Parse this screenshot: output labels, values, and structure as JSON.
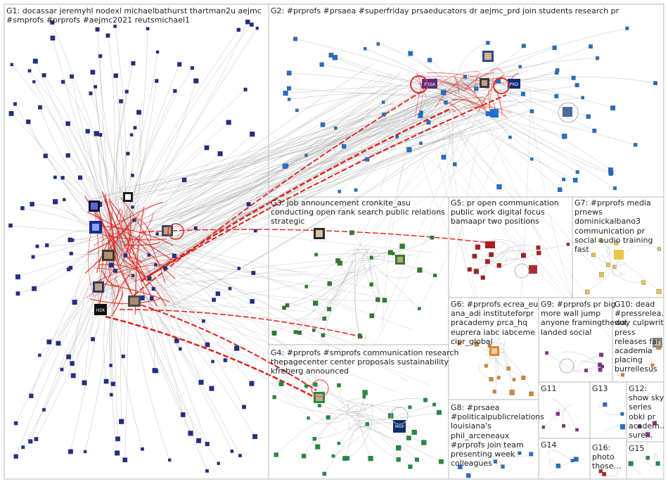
{
  "groups": [
    {
      "id": "G1",
      "text": "G1: docassar jeremyhl nodexl michaelbathurst thartman2u aejmc\n#smprofs #prprofs #aejmc2021 reutsmichael1"
    },
    {
      "id": "G2",
      "text": "G2: #prprofs #prsaea #superfriday prsaeducators dr aejmc_prd join students research pr"
    },
    {
      "id": "G3",
      "text": "G3: job announcement cronkite_asu\nconducting open rank search public relations\nstrategic"
    },
    {
      "id": "G4",
      "text": "G4: #prprofs #smprofs communication research\nthepagecenter center proposals sustainability\nkfreberg announced"
    },
    {
      "id": "G5",
      "text": "G5: pr open communication\npublic work digital focus\nbamaapr two positions"
    },
    {
      "id": "G6",
      "text": "G6: #prprofs ecrea_eu\nana_adi instituteforpr\npracademy prca_hq\neuprera iabc iabceme\ncipr_global"
    },
    {
      "id": "G7",
      "text": "G7: #prprofs media\nprnews\ndominickalbano3\ncommunication pr\nsocial audio training\nfast"
    },
    {
      "id": "G8",
      "text": "G8: #prsaea\n#politicalpublicrelations\nlouisiana's\nphil_arceneaux\n#prprofs join team\npresenting week\ncolleagues"
    },
    {
      "id": "G9",
      "text": "G9: #prprofs pr big\nmore wall jump\nanyone framingthedot\nlanded social"
    },
    {
      "id": "G10",
      "text": "G10: dead\n#pressreleа…\nway culpwrit\npress\nreleases far\nacademia\nplacing\nburrellesus"
    },
    {
      "id": "G11",
      "text": "G11"
    },
    {
      "id": "G12",
      "text": "G12:\nshow sky\nseries\nobki pr\nacadem…\nsure…"
    },
    {
      "id": "G13",
      "text": "G13"
    },
    {
      "id": "G14",
      "text": "G14"
    },
    {
      "id": "G15",
      "text": "G15"
    },
    {
      "id": "G16",
      "text": "G16:\nphoto\nthose…"
    }
  ],
  "hub_badges": [
    {
      "id": "prsa",
      "text": "PRSA"
    },
    {
      "id": "prd",
      "text": "PRD"
    },
    {
      "id": "h2k",
      "text": "H2K"
    },
    {
      "id": "page",
      "text": "PAGE"
    }
  ],
  "colors": {
    "edge_gray": "#9a9a9a",
    "edge_red": "#e0201a",
    "panel_border": "#b8b8b8",
    "node_g1": "#1f2d8c",
    "node_g2": "#1f6fd0",
    "node_g3": "#2d7d2d",
    "node_g4": "#1d8f3c",
    "node_g5": "#b01c1c",
    "node_g6": "#d8872a",
    "node_g7": "#e6c84a",
    "node_g9": "#8a2e8a"
  }
}
